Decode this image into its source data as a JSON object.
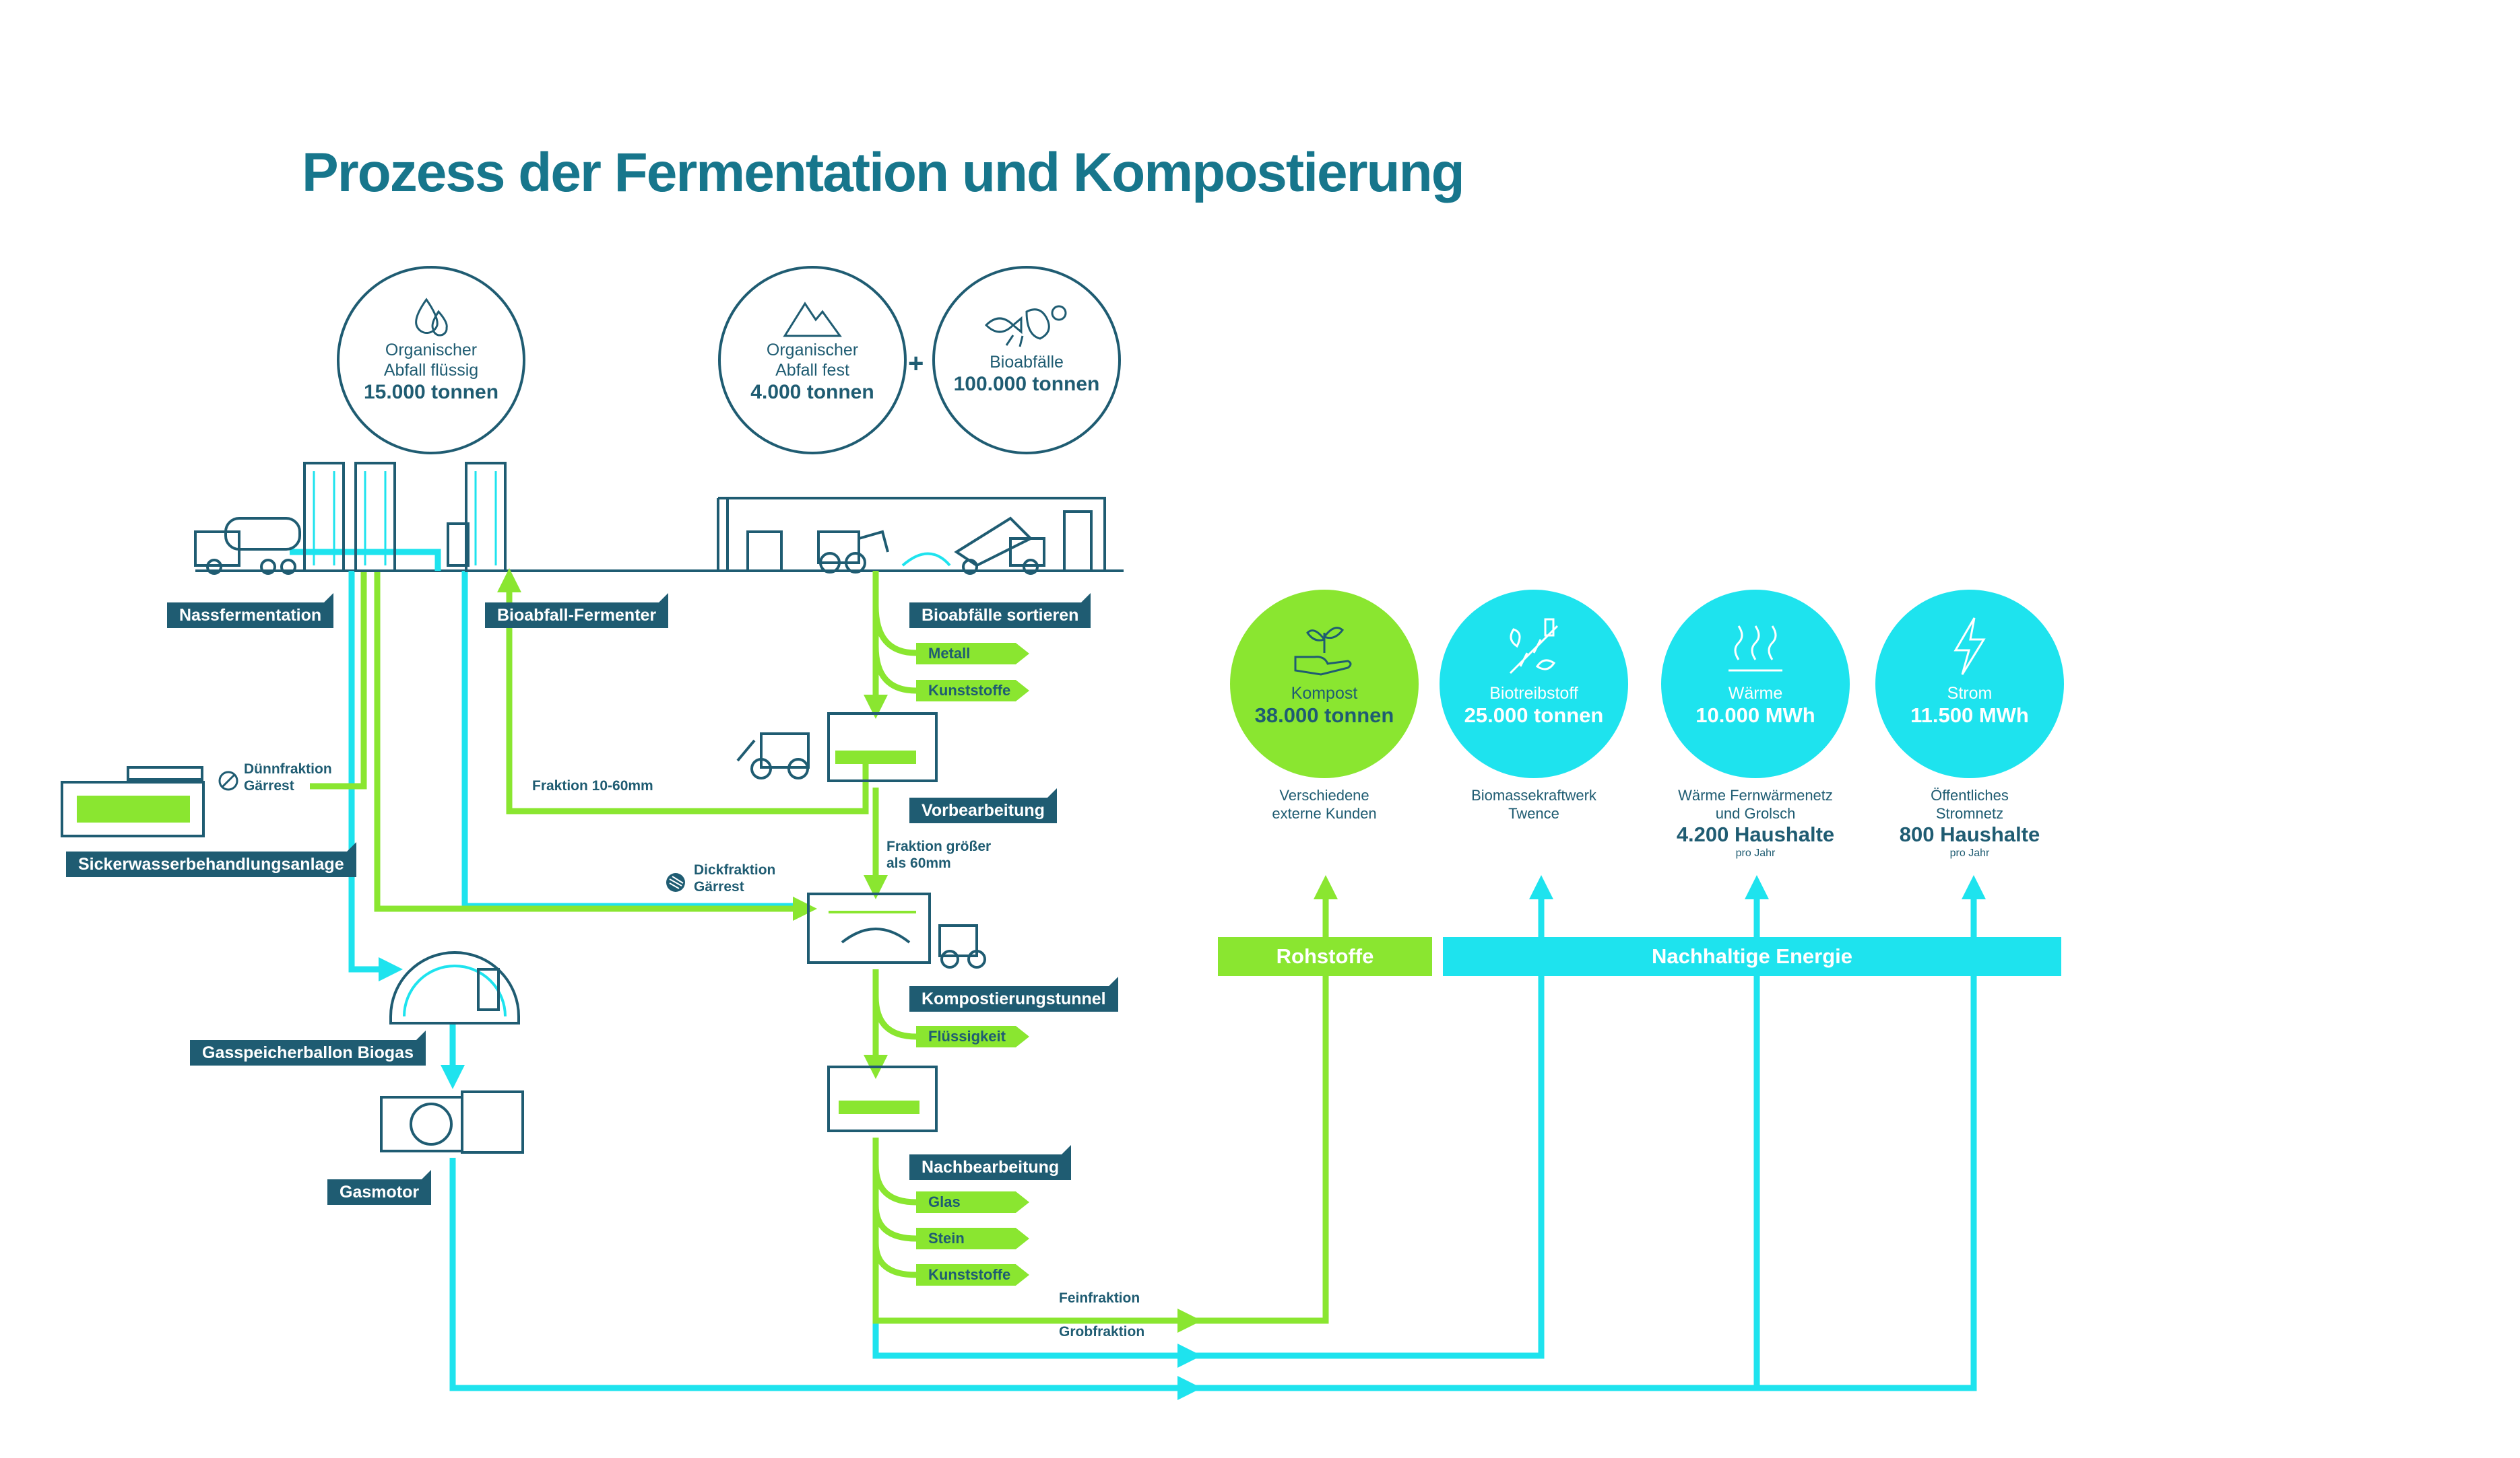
{
  "title": "Prozess der Fermentation und Kompostierung",
  "inputs": {
    "liquid": {
      "label_1": "Organischer",
      "label_2": "Abfall flüssig",
      "value": "15.000 tonnen"
    },
    "solid": {
      "label_1": "Organischer",
      "label_2": "Abfall fest",
      "value": "4.000 tonnen"
    },
    "bio": {
      "label": "Bioabfälle",
      "value": "100.000 tonnen"
    },
    "plus": "+"
  },
  "steps": {
    "nassfermentation": "Nassfermentation",
    "bioabfall_fermenter": "Bioabfall-Fermenter",
    "sortieren": "Bioabfälle sortieren",
    "vorbearbeitung": "Vorbearbeitung",
    "sickerwasser": "Sickerwasserbehandlungsanlage",
    "kompostierungstunnel": "Kompostierungstunnel",
    "gasspeicher": "Gasspeicherballon Biogas",
    "nachbearbeitung": "Nachbearbeitung",
    "gasmotor": "Gasmotor"
  },
  "outputs_sort": [
    "Metall",
    "Kunststoffe"
  ],
  "outputs_tunnel": [
    "Flüssigkeit"
  ],
  "outputs_nach": [
    "Glas",
    "Stein",
    "Kunststoffe"
  ],
  "notes": {
    "duennfraktion_1": "Dünnfraktion",
    "duennfraktion_2": "Gärrest",
    "dickfraktion_1": "Dickfraktion",
    "dickfraktion_2": "Gärrest",
    "fraktion_10_60": "Fraktion 10-60mm",
    "fraktion_groesser_1": "Fraktion größer",
    "fraktion_groesser_2": "als 60mm",
    "feinfraktion": "Feinfraktion",
    "grobfraktion": "Grobfraktion"
  },
  "products": [
    {
      "label": "Kompost",
      "value": "38.000 tonnen",
      "desc_1": "Verschiedene",
      "desc_2": "externe Kunden",
      "color": "#8ae630",
      "icon": "plant-hand-icon"
    },
    {
      "label": "Biotreibstoff",
      "value": "25.000 tonnen",
      "desc_1": "Biomassekraftwerk",
      "desc_2": "Twence",
      "color": "#1ee3ee",
      "icon": "biofuel-icon"
    },
    {
      "label": "Wärme",
      "value": "10.000 MWh",
      "desc_1": "Wärme Fernwärmenetz",
      "desc_2": "und Grolsch",
      "households": "4.200 Haushalte",
      "per_year": "pro Jahr",
      "color": "#1ee3ee",
      "icon": "heat-icon"
    },
    {
      "label": "Strom",
      "value": "11.500 MWh",
      "desc_1": "Öffentliches",
      "desc_2": "Stromnetz",
      "households": "800 Haushalte",
      "per_year": "pro Jahr",
      "color": "#1ee3ee",
      "icon": "lightning-icon"
    }
  ],
  "bars": {
    "rohstoffe": "Rohstoffe",
    "energie": "Nachhaltige Energie"
  },
  "colors": {
    "teal": "#1f5c72",
    "green": "#8ae630",
    "cyan": "#1ee3ee",
    "title": "#17768c"
  }
}
